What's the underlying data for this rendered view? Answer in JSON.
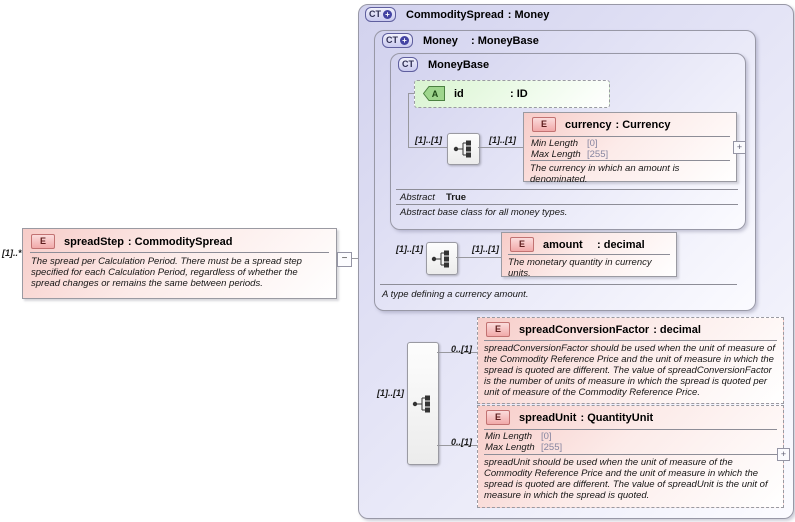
{
  "glyphs": {
    "collapse": "−",
    "expand": "+",
    "ct_plus": "+"
  },
  "cardinalities": {
    "spread_step": "[1]..*",
    "currency_left": "[1]..[1]",
    "currency_right": "[1]..[1]",
    "amount_left": "[1]..[1]",
    "amount_right": "[1]..[1]",
    "extension_seq": "[1]..[1]",
    "spread_conversion_factor": "0..[1]",
    "spread_unit": "0..[1]"
  },
  "spread_step": {
    "badge": "E",
    "name": "spreadStep",
    "type": ": CommoditySpread",
    "doc": "The spread per Calculation Period. There must be a spread step specified for each Calculation Period, regardless of whether the spread changes or remains the same between periods."
  },
  "commodity_spread": {
    "badge": "CT",
    "name": "CommoditySpread",
    "type": ": Money"
  },
  "money": {
    "badge": "CT",
    "name": "Money",
    "type": ": MoneyBase",
    "doc": "A type defining a currency amount."
  },
  "money_base": {
    "badge": "CT",
    "name": "MoneyBase",
    "abstract_label": "Abstract",
    "abstract_value": "True",
    "doc": "Abstract base class for all money types."
  },
  "id_attr": {
    "badge": "A",
    "name": "id",
    "type": ": ID"
  },
  "currency": {
    "badge": "E",
    "name": "currency",
    "type": ": Currency",
    "facets": [
      {
        "label": "Min Length",
        "value": "[0]"
      },
      {
        "label": "Max Length",
        "value": "[255]"
      }
    ],
    "doc": "The currency in which an amount is denominated."
  },
  "amount": {
    "badge": "E",
    "name": "amount",
    "type": ": decimal",
    "doc": "The monetary quantity in currency units."
  },
  "spread_conversion_factor": {
    "badge": "E",
    "name": "spreadConversionFactor",
    "type": ": decimal",
    "doc": "spreadConversionFactor should be used when the unit of measure of the Commodity Reference Price and the unit of measure in which the spread is quoted are different. The value of spreadConversionFactor is the number of units of measure in which the spread is quoted per unit of measure of the Commodity Reference Price."
  },
  "spread_unit": {
    "badge": "E",
    "name": "spreadUnit",
    "type": ": QuantityUnit",
    "facets": [
      {
        "label": "Min Length",
        "value": "[0]"
      },
      {
        "label": "Max Length",
        "value": "[255]"
      }
    ],
    "doc": "spreadUnit should be used when the unit of measure of the Commodity Reference Price and the unit of measure in which the spread is quoted are different. The value of spreadUnit is the unit of measure in which the spread is quoted."
  },
  "colors": {
    "element_pink": "#f7ccc8",
    "attribute_green": "#d9f4d1",
    "type_lavender": "#d2d2ee",
    "badge_red_fill": "#f1a9a9",
    "badge_green_fill": "#9ed68d",
    "badge_blue_fill": "#c9c9ef",
    "line_gray": "#98989e"
  }
}
